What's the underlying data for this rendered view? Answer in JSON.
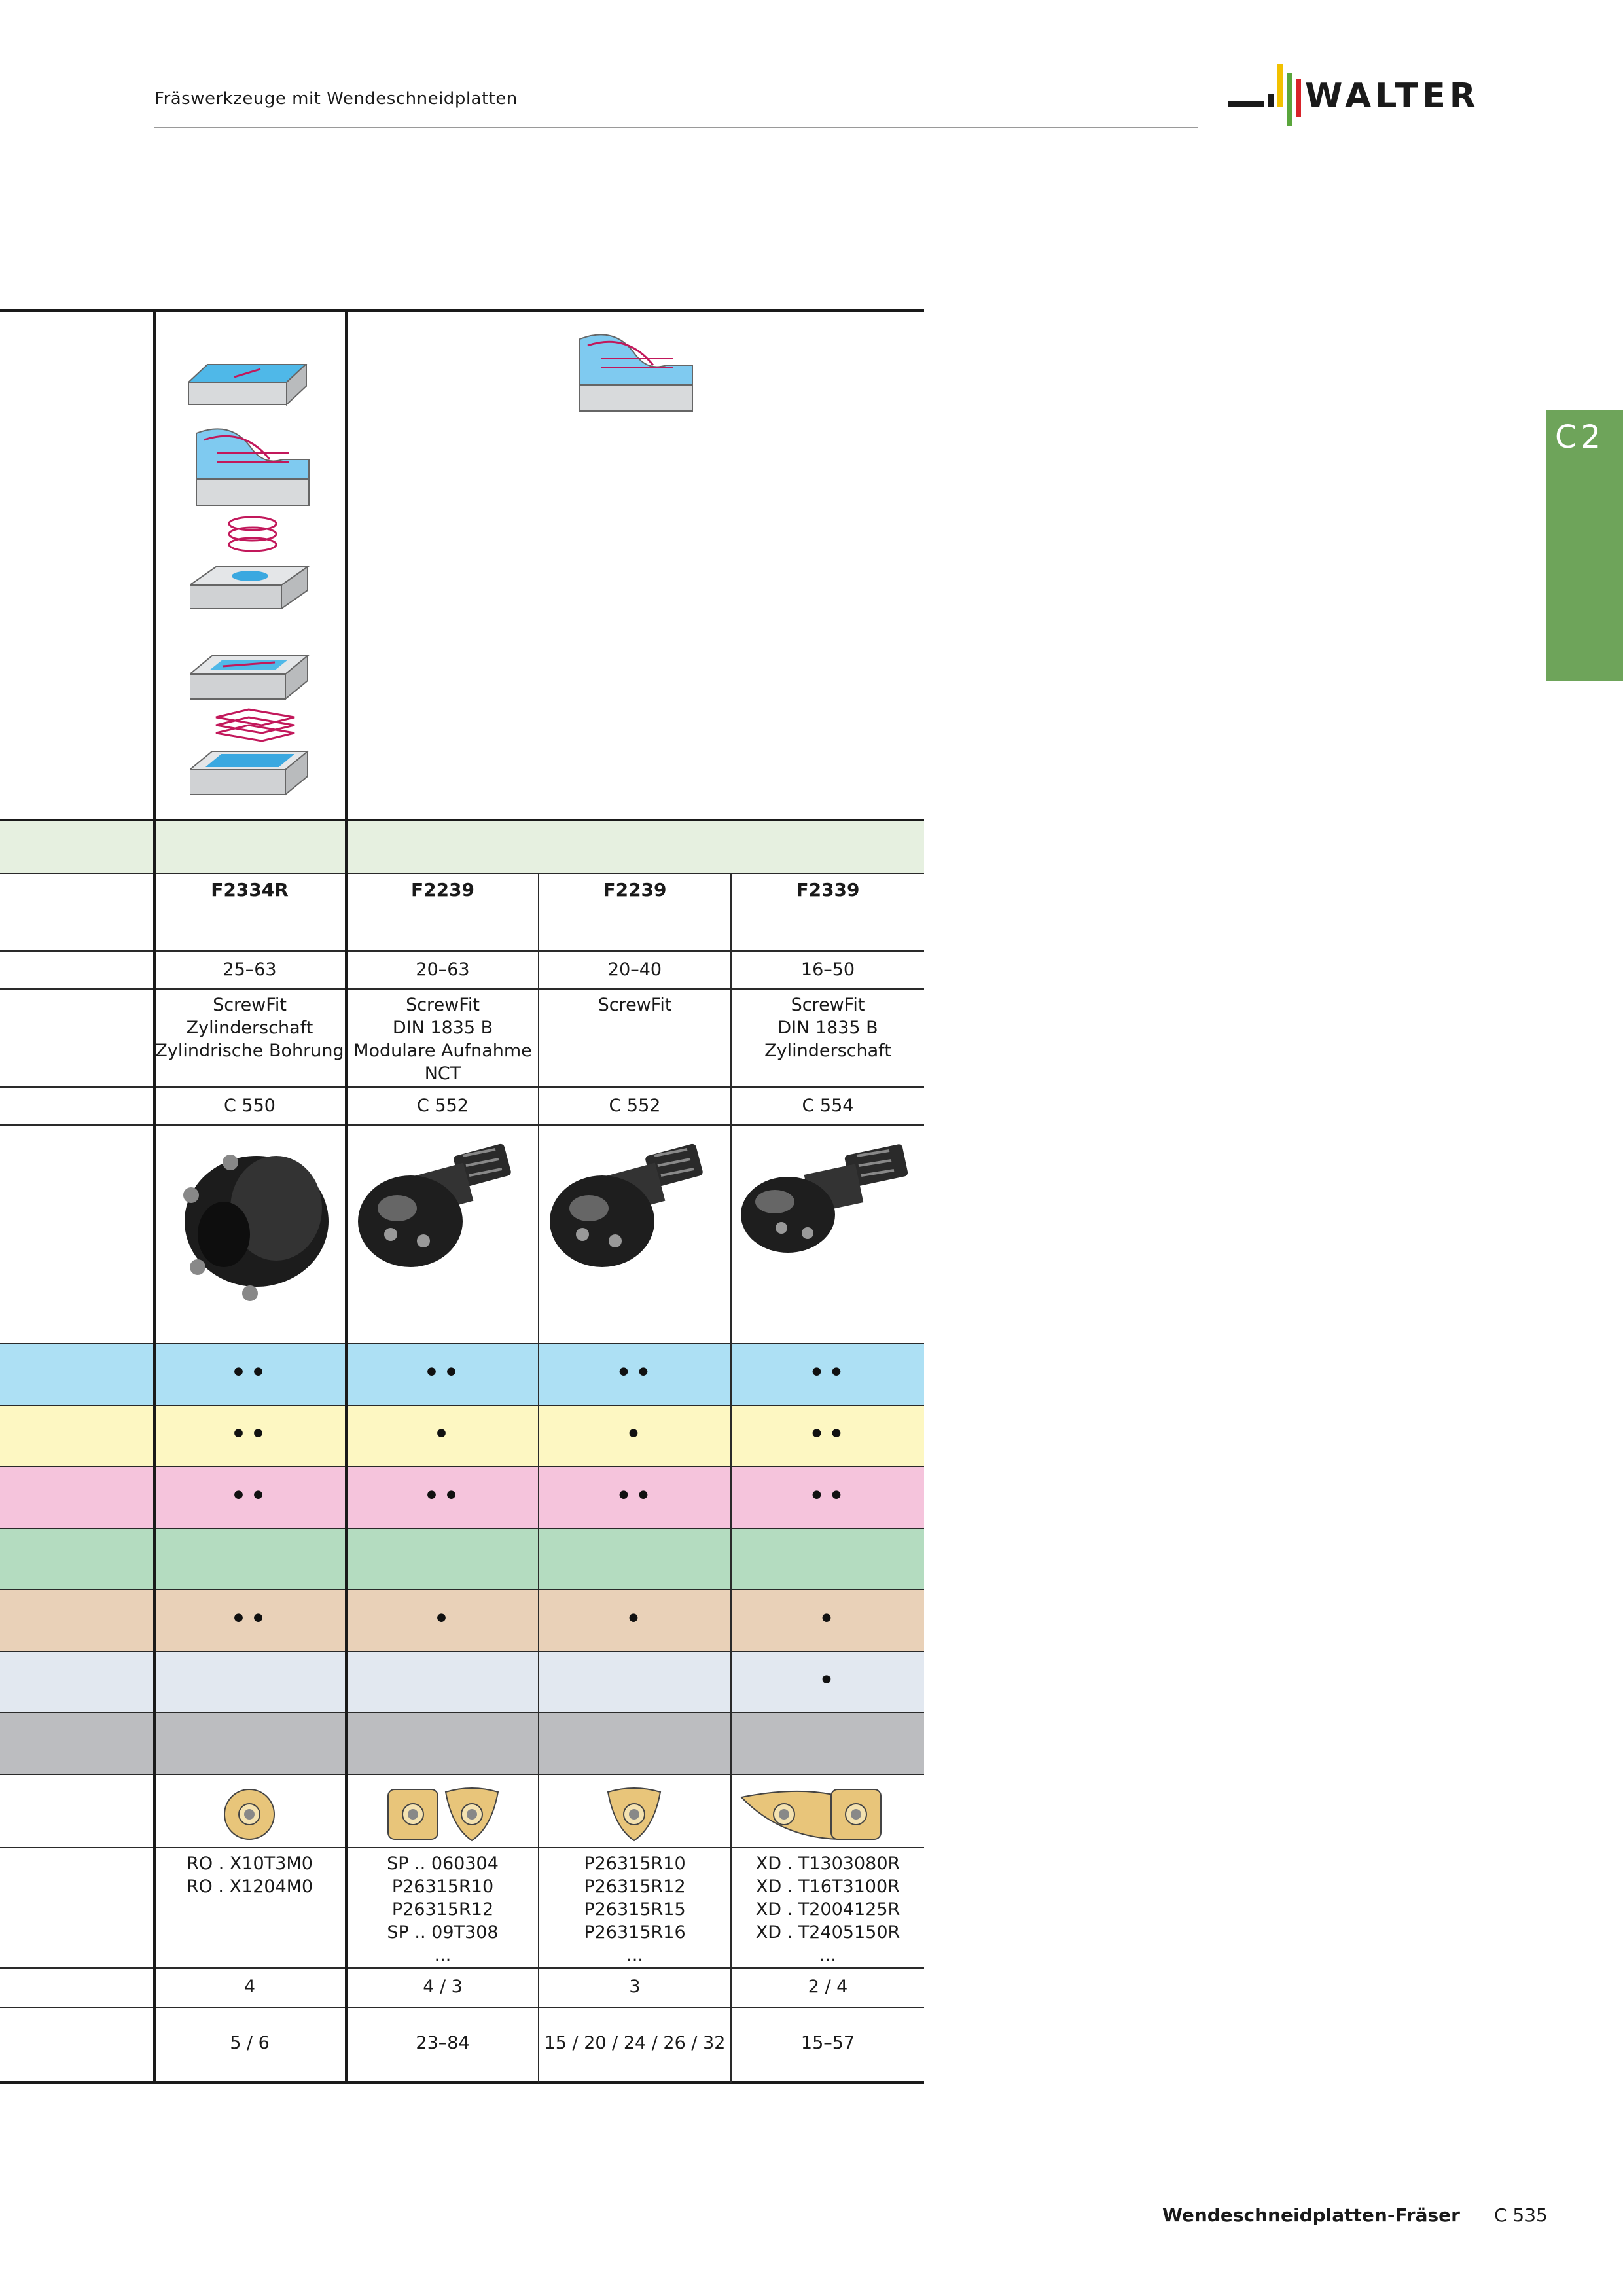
{
  "header": {
    "title": "Fräswerkzeuge mit Wendeschneidplatten",
    "logo_text": "WALTER"
  },
  "tab": {
    "label": "C2"
  },
  "footer": {
    "section": "Wendeschneidplatten-Fräser",
    "page": "C 535"
  },
  "colors": {
    "tab_green": "#6ea45a",
    "row_header_green": "#e6f0e0",
    "material_blue": "#ade0f4",
    "material_yellow": "#fdf7c2",
    "material_pink": "#f5c4dc",
    "material_green": "#b4dcc0",
    "material_tan": "#e9d1b8",
    "material_lightblue": "#e2e8f0",
    "material_grey": "#bcbdc0",
    "insert_gold": "#e8c57a"
  },
  "icons": [
    "face-milling-icon",
    "copy-milling-icon",
    "helical-interpolation-icon",
    "pocket-milling-icon",
    "profile-copy-milling-icon"
  ],
  "table": {
    "columns": [
      {
        "type_code": "F2334R",
        "diameter_range": "25–63",
        "mounting": [
          "ScrewFit",
          "Zylinderschaft",
          "Zylindrische Bohrung"
        ],
        "page_ref": "C 550",
        "tool_image": "face-mill-cutter",
        "materials": [
          "••",
          "••",
          "••",
          "",
          "••",
          "",
          ""
        ],
        "insert_shapes": [
          "round-insert"
        ],
        "insert_codes": [
          "RO . X10T3M0",
          "RO . X1204M0"
        ],
        "cutting_edges": "4",
        "size_range": "5 / 6"
      },
      {
        "type_code": "F2239",
        "diameter_range": "20–63",
        "mounting": [
          "ScrewFit",
          "DIN 1835 B",
          "Modulare Aufnahme",
          "NCT"
        ],
        "page_ref": "C 552",
        "tool_image": "ball-nose-copy-mill",
        "materials": [
          "••",
          "•",
          "••",
          "",
          "•",
          "",
          ""
        ],
        "insert_shapes": [
          "square-insert",
          "trigon-insert"
        ],
        "insert_codes": [
          "SP .. 060304",
          "P26315R10",
          "P26315R12",
          "SP .. 09T308",
          "..."
        ],
        "cutting_edges": "4 / 3",
        "size_range": "23–84"
      },
      {
        "type_code": "F2239",
        "diameter_range": "20–40",
        "mounting": [
          "ScrewFit"
        ],
        "page_ref": "C 552",
        "tool_image": "ball-nose-copy-mill",
        "materials": [
          "••",
          "•",
          "••",
          "",
          "•",
          "",
          ""
        ],
        "insert_shapes": [
          "trigon-insert"
        ],
        "insert_codes": [
          "P26315R10",
          "P26315R12",
          "P26315R15",
          "P26315R16",
          "..."
        ],
        "cutting_edges": "3",
        "size_range": "15 / 20  / 24 / 26 / 32"
      },
      {
        "type_code": "F2339",
        "diameter_range": "16–50",
        "mounting": [
          "ScrewFit",
          "DIN 1835 B",
          "Zylinderschaft"
        ],
        "page_ref": "C 554",
        "tool_image": "copy-end-mill",
        "materials": [
          "••",
          "••",
          "••",
          "",
          "•",
          "•",
          ""
        ],
        "insert_shapes": [
          "high-feed-insert",
          "square-insert"
        ],
        "insert_codes": [
          "XD . T1303080R",
          "XD . T16T3100R",
          "XD . T2004125R",
          "XD . T2405150R",
          "..."
        ],
        "cutting_edges": "2 / 4",
        "size_range": "15–57"
      }
    ]
  }
}
